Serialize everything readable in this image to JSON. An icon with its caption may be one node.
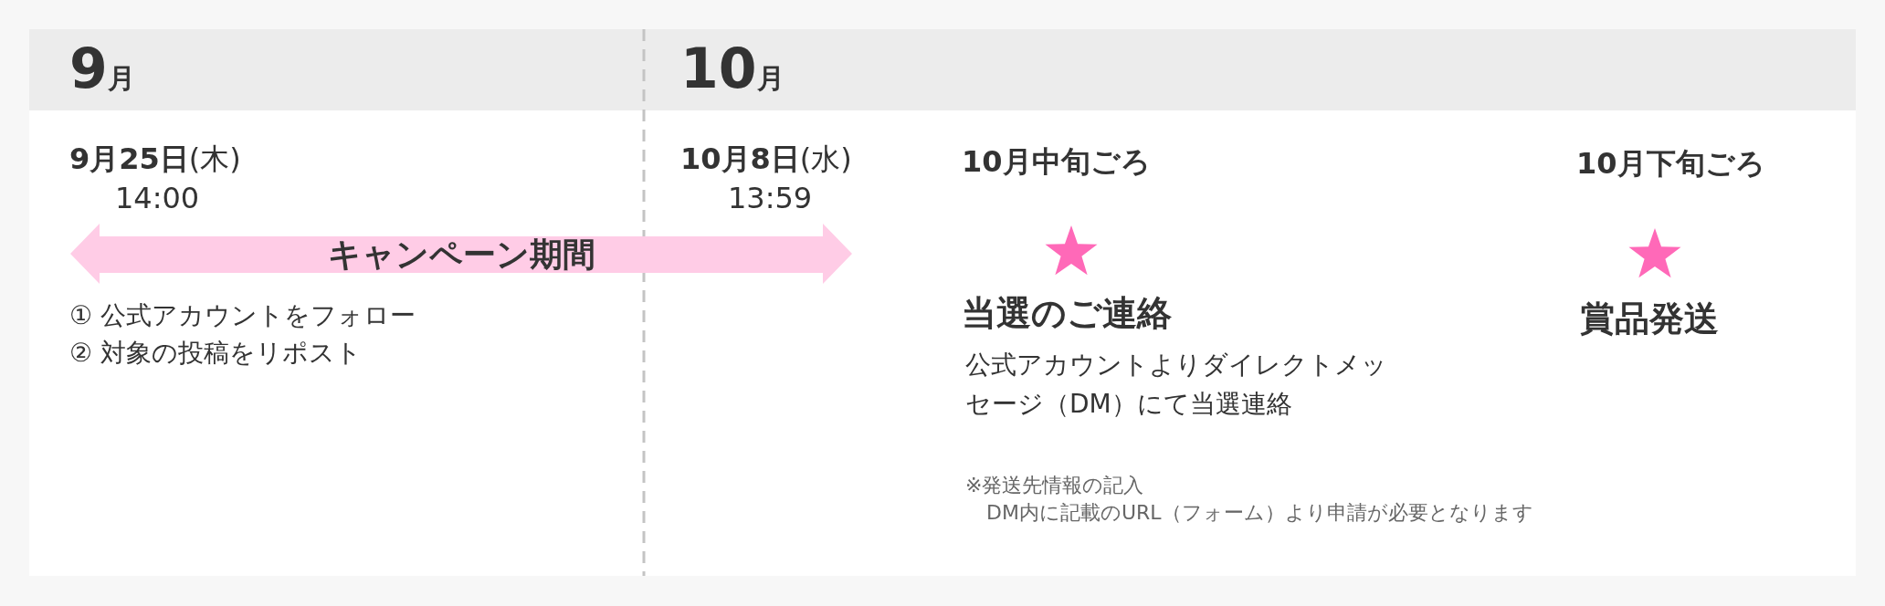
{
  "diagram": {
    "nodes": [
      {
        "text": [
          "キャンペーン期間"
        ]
      }
    ],
    "edges": [],
    "labels": [
      "9月",
      "10月",
      "**9月25日**(木)",
      "14:00",
      "**10月8日**(水)",
      "13:59",
      "10月中旬ごろ",
      "10月下旬ごろ",
      "① 公式アカウントをフォロー",
      "② 対象の投稿をリポスト",
      "当選のご連絡",
      "賞品発送",
      "公式アカウントよりダイレクトメッセージ（DM）にて当選連絡",
      "※発送先情報の記入",
      "DM内に記載のURL（フォーム）より申請が必要となります"
    ]
  }
}
